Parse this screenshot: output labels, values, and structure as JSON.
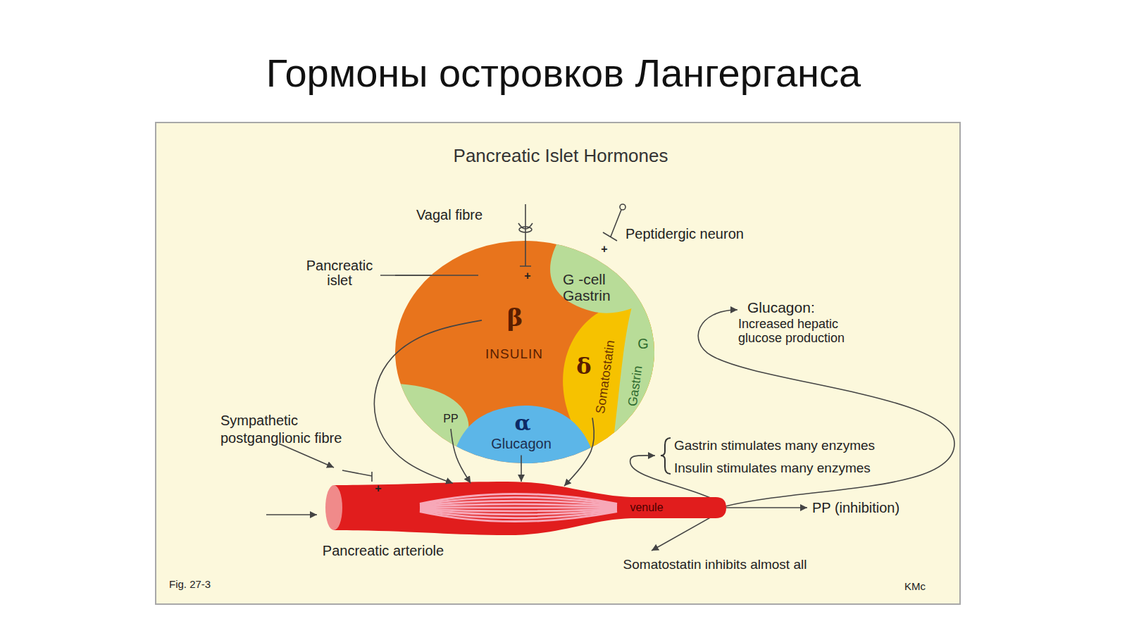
{
  "diagram": {
    "title": "Гормоны островков Лангерганса",
    "nodes": [
      {
        "text": [
          "Pancreatic islet"
        ]
      },
      {
        "text": [
          "β",
          "INSULIN"
        ],
        "in": 0
      },
      {
        "text": [
          "G -cell Gastrin"
        ],
        "in": 0
      },
      {
        "text": [
          "δ",
          "Somatostatin"
        ],
        "in": 0
      },
      {
        "text": [
          "G",
          "Gastrin"
        ],
        "in": 0
      },
      {
        "text": [
          "PP"
        ],
        "in": 0
      },
      {
        "text": [
          "α",
          "Glucagon"
        ],
        "in": 0
      },
      {
        "text": [
          "venule"
        ]
      }
    ],
    "edges": [
      {
        "from": 1,
        "to": 7,
        "arrow": "to"
      },
      {
        "from": 5,
        "to": 7,
        "arrow": "to"
      },
      {
        "from": 6,
        "to": 7,
        "arrow": "to"
      },
      {
        "from": 3,
        "to": 7,
        "arrow": "to"
      }
    ],
    "labels": [
      "Pancreatic Islet Hormones",
      "Vagal fibre",
      "+",
      "Peptidergic neuron",
      "+",
      "Glucagon:",
      "Increased hepatic glucose production",
      "Sympathetic postganglionic fibre",
      "+",
      "Gastrin stimulates many enzymes",
      "Insulin stimulates many enzymes",
      "PP (inhibition)",
      "Pancreatic arteriole",
      "Somatostatin inhibits almost all",
      "Fig. 27-3",
      "KMc"
    ]
  }
}
